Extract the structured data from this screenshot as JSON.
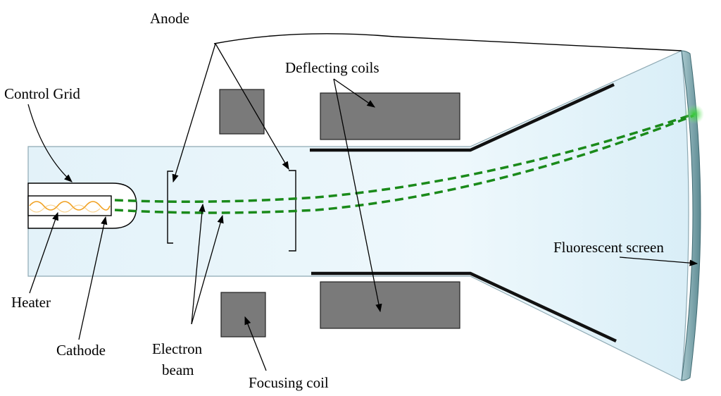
{
  "labels": {
    "anode": "Anode",
    "deflecting_coils": "Deflecting coils",
    "control_grid": "Control Grid",
    "fluorescent_screen": "Fluorescent screen",
    "heater": "Heater",
    "cathode": "Cathode",
    "electron_beam_line1": "Electron",
    "electron_beam_line2": "beam",
    "focusing_coil": "Focusing coil"
  },
  "colors": {
    "tube_fill": "#e6f4fa",
    "coil_fill": "#7a7a7a",
    "beam": "#1a8a1a",
    "heater_wave": "#f0a020",
    "screen": "#7aa0a8"
  }
}
